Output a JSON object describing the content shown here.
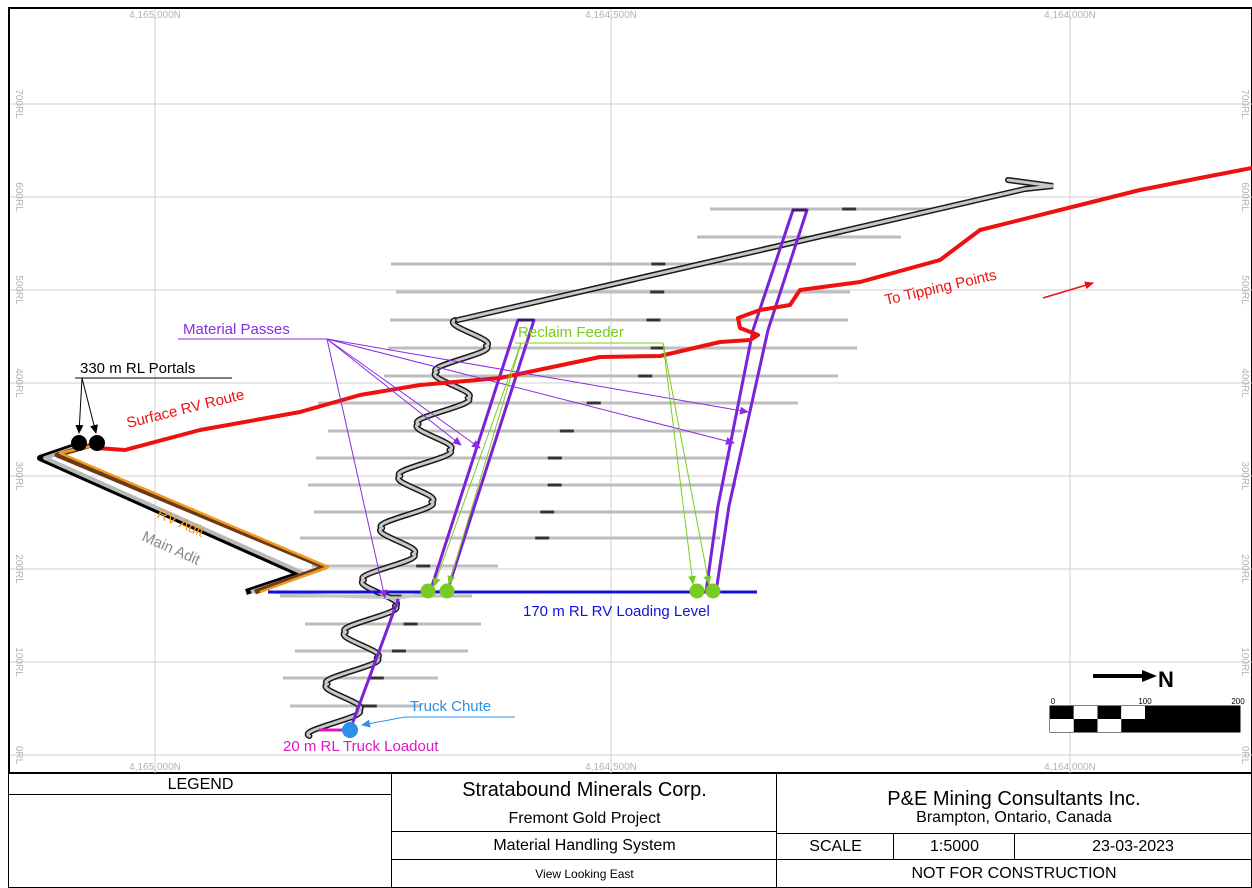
{
  "grid": {
    "northings": [
      "4,165,000N",
      "4,164,500N",
      "4,164,000N"
    ],
    "elevations": [
      "700RL",
      "600RL",
      "500RL",
      "400RL",
      "300RL",
      "200RL",
      "100RL",
      "0RL"
    ]
  },
  "labels": {
    "portals": "330 m RL Portals",
    "material_passes": "Material Passes",
    "surface_route": "Surface RV Route",
    "tipping": "To Tipping Points",
    "rv_adit": "RV Adit",
    "main_adit": "Main Adit",
    "reclaim_feeder": "Reclaim Feeder",
    "loading_level": "170 m RL RV Loading Level",
    "truck_chute": "Truck Chute",
    "truck_loadout": "20 m RL Truck Loadout"
  },
  "scale_bar": {
    "north": "N",
    "ticks": [
      "0",
      "100",
      "200"
    ]
  },
  "title_block": {
    "legend": "LEGEND",
    "company": "Stratabound Minerals Corp.",
    "project": "Fremont Gold Project",
    "drawing_title": "Material Handling System",
    "view": "View Looking East",
    "consultant": "P&E Mining Consultants Inc.",
    "location": "Brampton, Ontario, Canada",
    "scale_label": "SCALE",
    "scale_value": "1:5000",
    "date": "23-03-2023",
    "status": "NOT FOR CONSTRUCTION"
  },
  "colors": {
    "surface_route": "#ee1111",
    "rv_adit": "#f39a1e",
    "material_pass": "#7a22d8",
    "loading_level": "#1111dd",
    "reclaim_feeder": "#77cc22",
    "truck_chute": "#2b90e8",
    "truck_loadout": "#e015c8",
    "grid": "#cccccc"
  }
}
